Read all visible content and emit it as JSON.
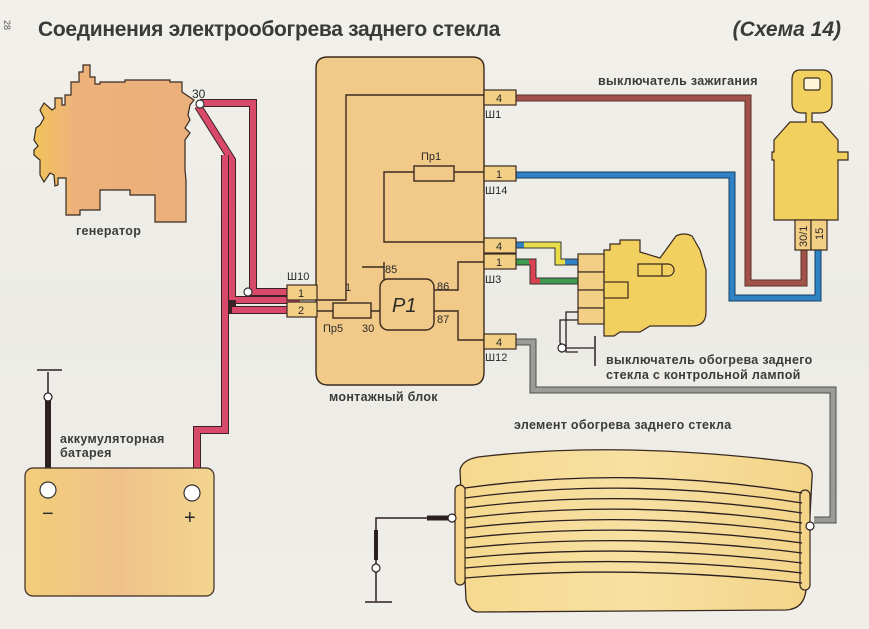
{
  "header": {
    "page_number": "28",
    "title": "Соединения электрообогрева заднего стекла",
    "scheme_label": "(Схема 14)"
  },
  "components": {
    "generator": {
      "label": "генератор",
      "terminal": "30"
    },
    "battery": {
      "label_line1": "аккумуляторная",
      "label_line2": "батарея",
      "minus": "−",
      "plus": "+"
    },
    "mounting_block": {
      "label": "монтажный блок",
      "fuse_pr1": "Пр1",
      "fuse_pr5": "Пр5",
      "relay": "Р1",
      "relay_pins": {
        "p85": "85",
        "p86": "86",
        "p87": "87",
        "p30": "30"
      },
      "internal_pin": "1",
      "connectors": [
        {
          "name": "Ш1",
          "pin": "4"
        },
        {
          "name": "Ш14",
          "pin": "1"
        },
        {
          "name": "Ш3",
          "pins": [
            "4",
            "1"
          ]
        },
        {
          "name": "Ш12",
          "pin": "4"
        },
        {
          "name": "Ш10",
          "pins": [
            "1",
            "2"
          ]
        }
      ]
    },
    "ignition_switch": {
      "label": "выключатель зажигания",
      "terminals": [
        "30/1",
        "15"
      ]
    },
    "heater_switch": {
      "label_line1": "выключатель обогрева заднего",
      "label_line2": "стекла с контрольной лампой"
    },
    "heater_element": {
      "label": "элемент обогрева заднего стекла"
    }
  },
  "wire_colors": {
    "red": "#d94a6a",
    "brown": "#a0524a",
    "blue": "#2f82c4",
    "yellow": "#e8dc4a",
    "green": "#3f9a4e",
    "gray": "#9a9c98",
    "black": "#2b1f22",
    "component_fill": "#f3cf86",
    "block_fill": "#f1c988",
    "generator_fill": "#eeb07a"
  }
}
